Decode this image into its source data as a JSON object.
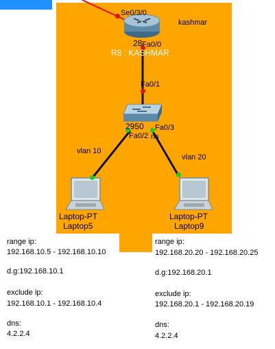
{
  "area_label": "kashmar",
  "router": {
    "model_fragment": "28",
    "name": "R8 : KASHMAR",
    "port_serial": "Se0/3/0",
    "port_fa0": "Fa0/0"
  },
  "switch": {
    "model": "2950",
    "port_fa01": "Fa0/1",
    "port_fa02": "Fa0/2",
    "port_fa03": "Fa0/3",
    "label_suffix": "ns"
  },
  "vlans": {
    "left": "vlan 10",
    "right": "vlan 20"
  },
  "laptops": [
    {
      "type": "Laptop-PT",
      "name": "Laptop5"
    },
    {
      "type": "Laptop-PT",
      "name": "Laptop9"
    }
  ],
  "pools": [
    {
      "range_label": "range ip:",
      "range_value": "192.168.10.5 - 192.168.10.10",
      "gateway": "d.g:192.168.10.1",
      "exclude_label": "exclude ip:",
      "exclude_value": "192.168.10.1 - 192.168.10.4",
      "dns_label": "dns:",
      "dns_value": "4.2.2.4"
    },
    {
      "range_label": "range ip:",
      "range_value": "192.168.20.20 - 192.168.20.25",
      "gateway": "d.g:192.168.20.1",
      "exclude_label": "exclude ip:",
      "exclude_value": "192.168.20.1 - 192.168.20.19",
      "dns_label": "dns:",
      "dns_value": "4.2.2.4"
    }
  ],
  "colors": {
    "area": "#ffa500",
    "link_up": "#22cc22",
    "link_down": "#e31212",
    "serial_link": "#e31212",
    "top_strip": "#1e90ff"
  }
}
